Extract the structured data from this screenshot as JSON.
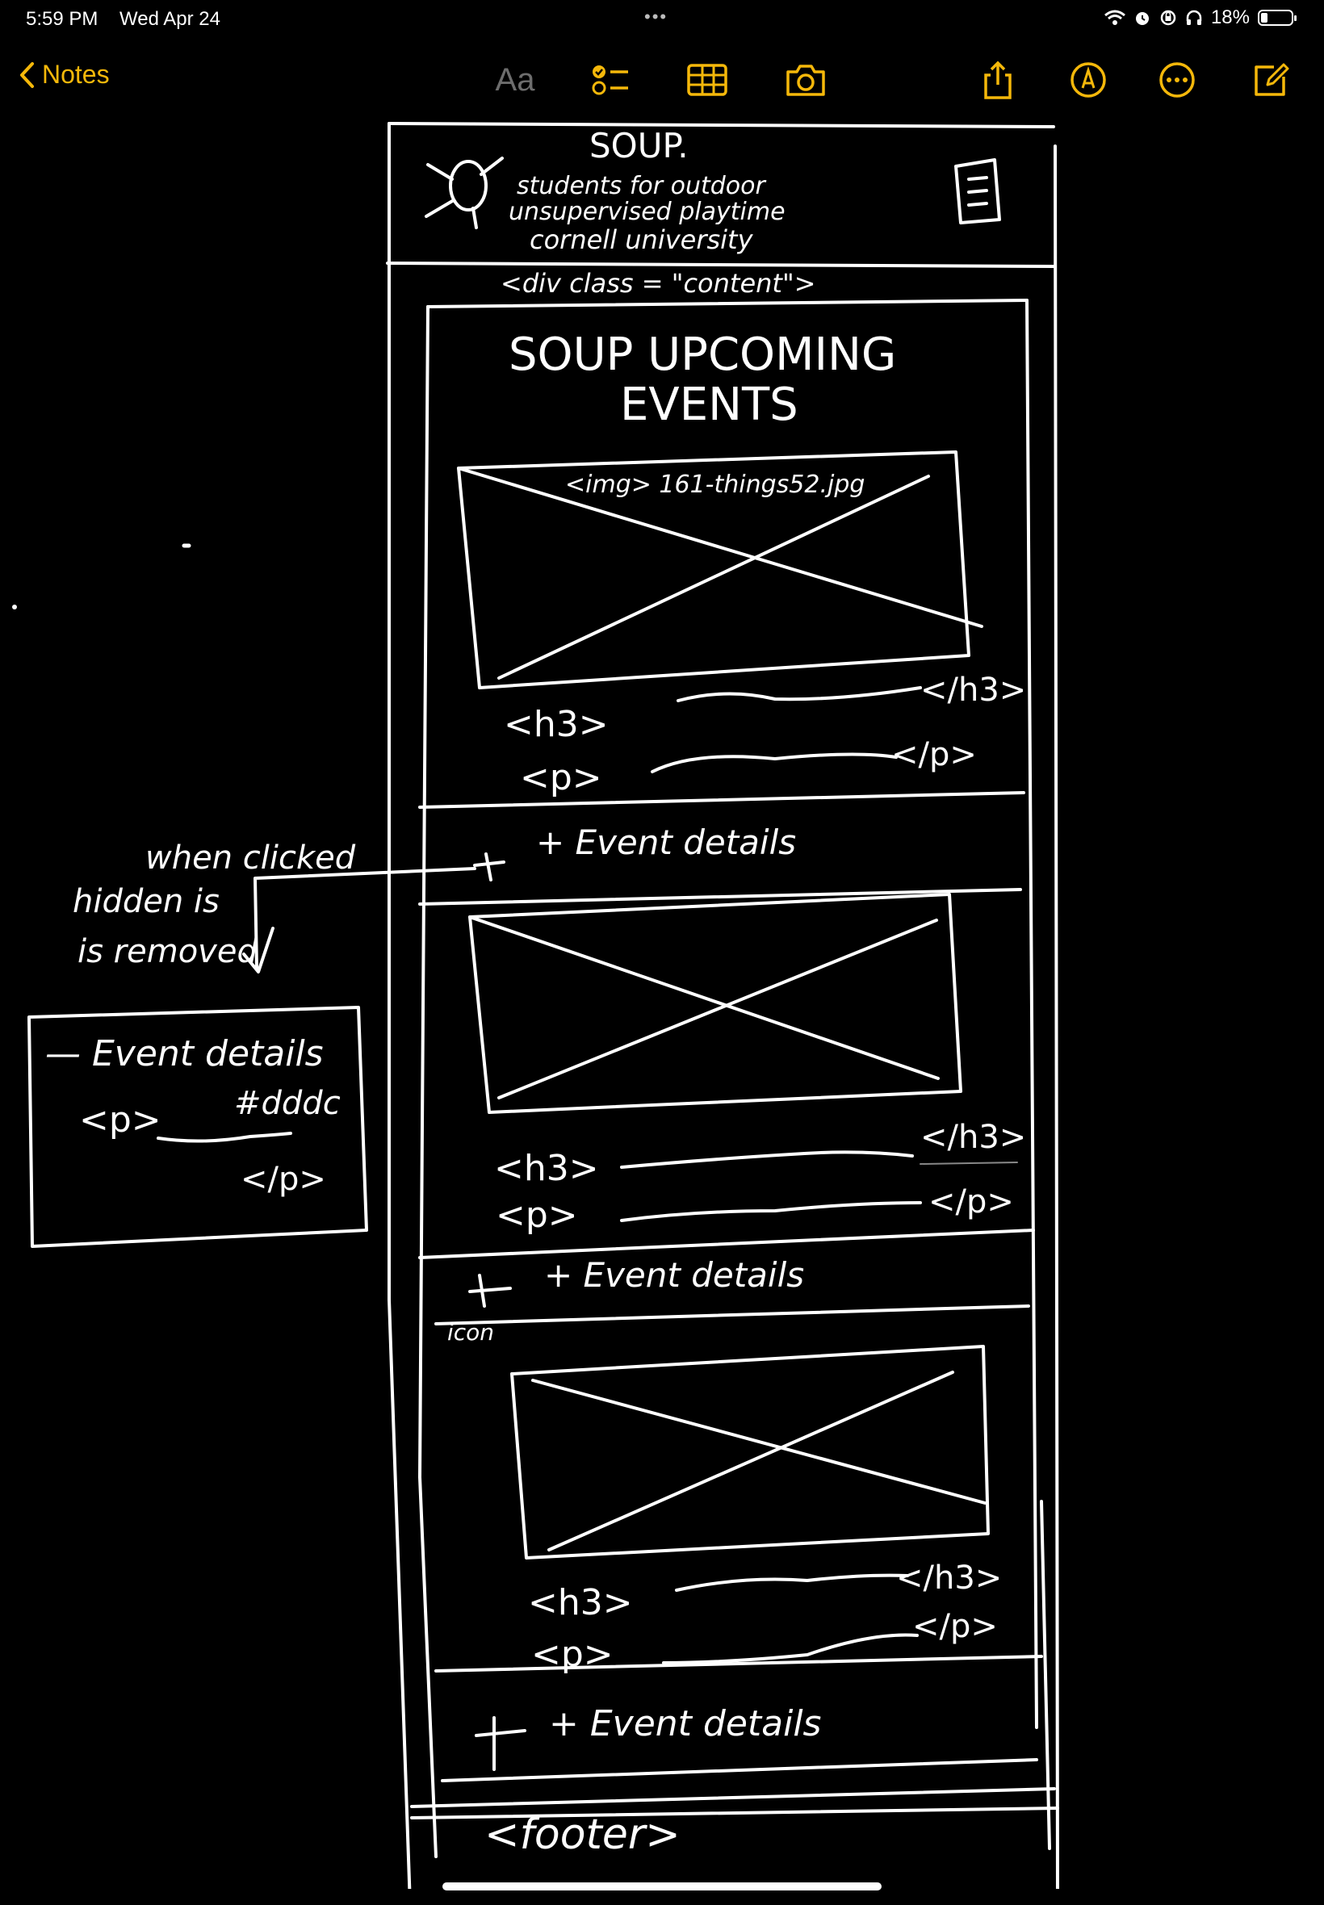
{
  "status_bar": {
    "time": "5:59 PM",
    "date": "Wed Apr 24",
    "dots": "•••",
    "battery_percent": "18%",
    "icons": [
      "wifi-icon",
      "alarm-icon",
      "lock-rotation-icon",
      "headphones-icon",
      "battery-icon"
    ]
  },
  "toolbar": {
    "back_label": "Notes",
    "format_label": "Aa",
    "icons": [
      "checklist-icon",
      "table-icon",
      "camera-icon",
      "share-icon",
      "markup-icon",
      "more-icon",
      "compose-icon"
    ],
    "accent_color": "#f5b80a"
  },
  "sketch": {
    "header": {
      "title": "SOUP.",
      "line1": "students for outdoor",
      "line2": "unsupervised playtime",
      "line3": "cornell university"
    },
    "content_tag": "<div class = \"content\">",
    "section_title_line1": "SOUP UPCOMING",
    "section_title_line2": "EVENTS",
    "image_label": "<img> 161-things52.jpg",
    "cards": [
      {
        "h3_open": "<h3>",
        "h3_close": "</h3>",
        "p_open": "<p>",
        "p_close": "</p>",
        "toggle": "+ Event details"
      },
      {
        "h3_open": "<h3>",
        "h3_close": "</h3>",
        "p_open": "<p>",
        "p_close": "</p>",
        "toggle": "+ Event details"
      },
      {
        "h3_open": "<h3>",
        "h3_close": "</h3>",
        "p_open": "<p>",
        "p_close": "</p>",
        "toggle": "+ Event details"
      }
    ],
    "icon_note": "icon",
    "annotation": {
      "line1": "when clicked",
      "line2": "hidden is",
      "line3": "is removed"
    },
    "expanded_box": {
      "label": "— Event details",
      "p_open": "<p>",
      "p_close": "</p>",
      "color": "#dddc"
    },
    "footer": "<footer>"
  }
}
